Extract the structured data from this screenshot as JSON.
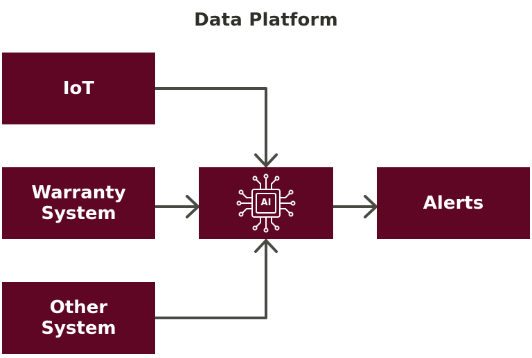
{
  "title": "Data Platform",
  "sources": {
    "iot": "IoT",
    "warranty_line1": "Warranty",
    "warranty_line2": "System",
    "other_line1": "Other",
    "other_line2": "System"
  },
  "processor": {
    "icon": "ai-chip-icon",
    "icon_text": "AI"
  },
  "output": {
    "alerts": "Alerts"
  },
  "colors": {
    "box_fill": "#5e0624",
    "connector": "#4a4a44",
    "text": "#ffffff",
    "title": "#2f2f2a"
  }
}
